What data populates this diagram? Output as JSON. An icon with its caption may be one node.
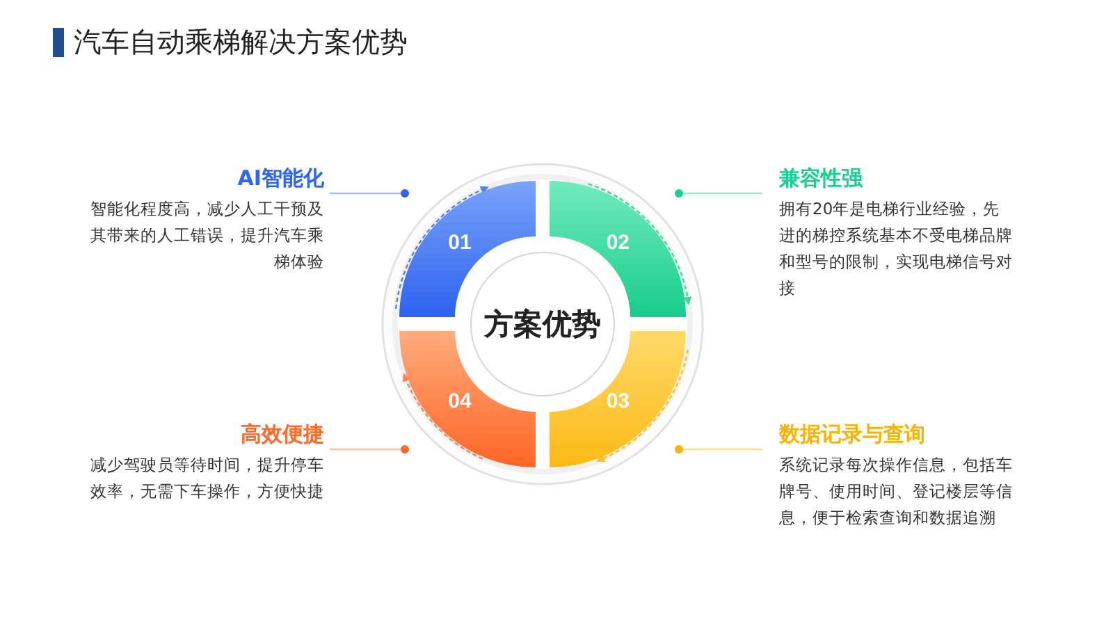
{
  "diagram": {
    "title": "汽车自动乘梯解决方案优势",
    "nodes": [
      {
        "text": [
          "方案优势"
        ]
      },
      {
        "text": [
          "01"
        ]
      },
      {
        "text": [
          "02"
        ]
      },
      {
        "text": [
          "03"
        ]
      },
      {
        "text": [
          "04"
        ]
      },
      {
        "text": [
          "AI智能化",
          "智能化程度高，减少人工干预及其带来的人工错误，提升汽车乘梯体验"
        ]
      },
      {
        "text": [
          "兼容性强",
          "拥有20年是电梯行业经验，先进的梯控系统基本不受电梯品牌和型号的限制，实现电梯信号对接"
        ]
      },
      {
        "text": [
          "数据记录与查询",
          "系统记录每次操作信息，包括车牌号、使用时间、登记楼层等信息，便于检索查询和数据追溯"
        ]
      },
      {
        "text": [
          "高效便捷",
          "减少驾驶员等待时间，提升停车效率，无需下车操作，方便快捷"
        ]
      }
    ],
    "edges": [
      {
        "from": 5,
        "to": null,
        "arrow": "other",
        "color": "#2f66f0"
      },
      {
        "from": 6,
        "to": null,
        "arrow": "other",
        "color": "#1ccf8f"
      },
      {
        "from": 7,
        "to": null,
        "arrow": "other",
        "color": "#f7b500"
      },
      {
        "from": 8,
        "to": null,
        "arrow": "other",
        "color": "#ff6a28"
      }
    ]
  }
}
